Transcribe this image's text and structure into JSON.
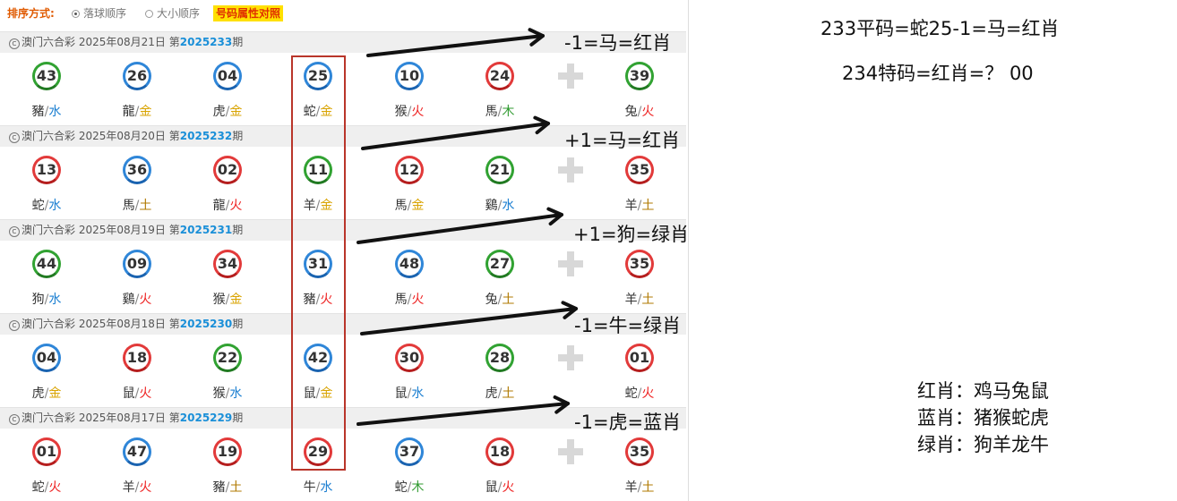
{
  "sort_bar": {
    "label": "排序方式:",
    "options": [
      "落球顺序",
      "大小顺序"
    ],
    "selected": 0,
    "attr_button": "号码属性对照"
  },
  "draws": [
    {
      "lottery": "澳门六合彩",
      "date": "2025年08月21日",
      "issue_prefix": "第",
      "issue": "2025233",
      "issue_suffix": "期",
      "balls": [
        {
          "num": "43",
          "color": "green",
          "zodiac": "豬",
          "element": "水"
        },
        {
          "num": "26",
          "color": "blue",
          "zodiac": "龍",
          "element": "金"
        },
        {
          "num": "04",
          "color": "blue",
          "zodiac": "虎",
          "element": "金"
        },
        {
          "num": "25",
          "color": "blue",
          "zodiac": "蛇",
          "element": "金"
        },
        {
          "num": "10",
          "color": "blue",
          "zodiac": "猴",
          "element": "火"
        },
        {
          "num": "24",
          "color": "red",
          "zodiac": "馬",
          "element": "木"
        }
      ],
      "special": {
        "num": "39",
        "color": "green",
        "zodiac": "兔",
        "element": "火"
      },
      "note": "-1=马=红肖"
    },
    {
      "lottery": "澳门六合彩",
      "date": "2025年08月20日",
      "issue_prefix": "第",
      "issue": "2025232",
      "issue_suffix": "期",
      "balls": [
        {
          "num": "13",
          "color": "red",
          "zodiac": "蛇",
          "element": "水"
        },
        {
          "num": "36",
          "color": "blue",
          "zodiac": "馬",
          "element": "土"
        },
        {
          "num": "02",
          "color": "red",
          "zodiac": "龍",
          "element": "火"
        },
        {
          "num": "11",
          "color": "green",
          "zodiac": "羊",
          "element": "金"
        },
        {
          "num": "12",
          "color": "red",
          "zodiac": "馬",
          "element": "金"
        },
        {
          "num": "21",
          "color": "green",
          "zodiac": "鷄",
          "element": "水"
        }
      ],
      "special": {
        "num": "35",
        "color": "red",
        "zodiac": "羊",
        "element": "土"
      },
      "note": "+1=马=红肖"
    },
    {
      "lottery": "澳门六合彩",
      "date": "2025年08月19日",
      "issue_prefix": "第",
      "issue": "2025231",
      "issue_suffix": "期",
      "balls": [
        {
          "num": "44",
          "color": "green",
          "zodiac": "狗",
          "element": "水"
        },
        {
          "num": "09",
          "color": "blue",
          "zodiac": "鷄",
          "element": "火"
        },
        {
          "num": "34",
          "color": "red",
          "zodiac": "猴",
          "element": "金"
        },
        {
          "num": "31",
          "color": "blue",
          "zodiac": "豬",
          "element": "火"
        },
        {
          "num": "48",
          "color": "blue",
          "zodiac": "馬",
          "element": "火"
        },
        {
          "num": "27",
          "color": "green",
          "zodiac": "兔",
          "element": "土"
        }
      ],
      "special": {
        "num": "35",
        "color": "red",
        "zodiac": "羊",
        "element": "土"
      },
      "note": "+1=狗=绿肖"
    },
    {
      "lottery": "澳门六合彩",
      "date": "2025年08月18日",
      "issue_prefix": "第",
      "issue": "2025230",
      "issue_suffix": "期",
      "balls": [
        {
          "num": "04",
          "color": "blue",
          "zodiac": "虎",
          "element": "金"
        },
        {
          "num": "18",
          "color": "red",
          "zodiac": "鼠",
          "element": "火"
        },
        {
          "num": "22",
          "color": "green",
          "zodiac": "猴",
          "element": "水"
        },
        {
          "num": "42",
          "color": "blue",
          "zodiac": "鼠",
          "element": "金"
        },
        {
          "num": "30",
          "color": "red",
          "zodiac": "鼠",
          "element": "水"
        },
        {
          "num": "28",
          "color": "green",
          "zodiac": "虎",
          "element": "土"
        }
      ],
      "special": {
        "num": "01",
        "color": "red",
        "zodiac": "蛇",
        "element": "火"
      },
      "note": "-1=牛=绿肖"
    },
    {
      "lottery": "澳门六合彩",
      "date": "2025年08月17日",
      "issue_prefix": "第",
      "issue": "2025229",
      "issue_suffix": "期",
      "balls": [
        {
          "num": "01",
          "color": "red",
          "zodiac": "蛇",
          "element": "火"
        },
        {
          "num": "47",
          "color": "blue",
          "zodiac": "羊",
          "element": "火"
        },
        {
          "num": "19",
          "color": "red",
          "zodiac": "豬",
          "element": "土"
        },
        {
          "num": "29",
          "color": "red",
          "zodiac": "牛",
          "element": "水"
        },
        {
          "num": "37",
          "color": "blue",
          "zodiac": "蛇",
          "element": "木"
        },
        {
          "num": "18",
          "color": "red",
          "zodiac": "鼠",
          "element": "火"
        }
      ],
      "special": {
        "num": "35",
        "color": "red",
        "zodiac": "羊",
        "element": "土"
      },
      "note": "-1=虎=蓝肖"
    }
  ],
  "right_text": {
    "line1": "233平码=蛇25-1=马=红肖",
    "line2": "234特码=红肖=？ 00",
    "legend": [
      "红肖：鸡马兔鼠",
      "蓝肖：猪猴蛇虎",
      "绿肖：狗羊龙牛"
    ]
  }
}
